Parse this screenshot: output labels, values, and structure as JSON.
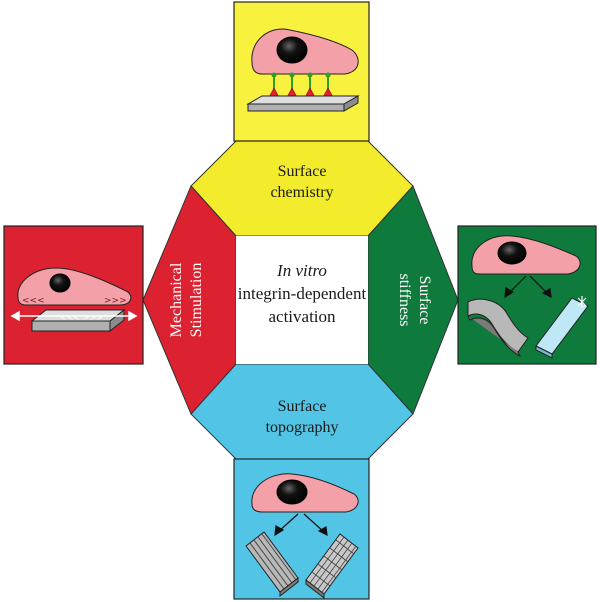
{
  "center": {
    "line1": "In vitro",
    "line2": "integrin-dependent",
    "line3": "activation"
  },
  "segments": {
    "top": {
      "line1": "Surface",
      "line2": "chemistry",
      "color": "#f2ec2c"
    },
    "right": {
      "line1": "Surface",
      "line2": "stiffness",
      "color": "#0e7a3c"
    },
    "bottom": {
      "line1": "Surface",
      "line2": "topography",
      "color": "#52c4e6"
    },
    "left": {
      "line1": "Mechanical",
      "line2": "Stimulation",
      "color": "#dc2230"
    }
  },
  "panels": {
    "stimulation_arrows_left": "<<<",
    "stimulation_arrows_right": ">>>"
  },
  "colors": {
    "cell": "#f4a0a8",
    "nucleus": "#111111",
    "substrate": "#c8c8c8",
    "integrin": "#e0202c",
    "linker": "#2aa02a"
  }
}
